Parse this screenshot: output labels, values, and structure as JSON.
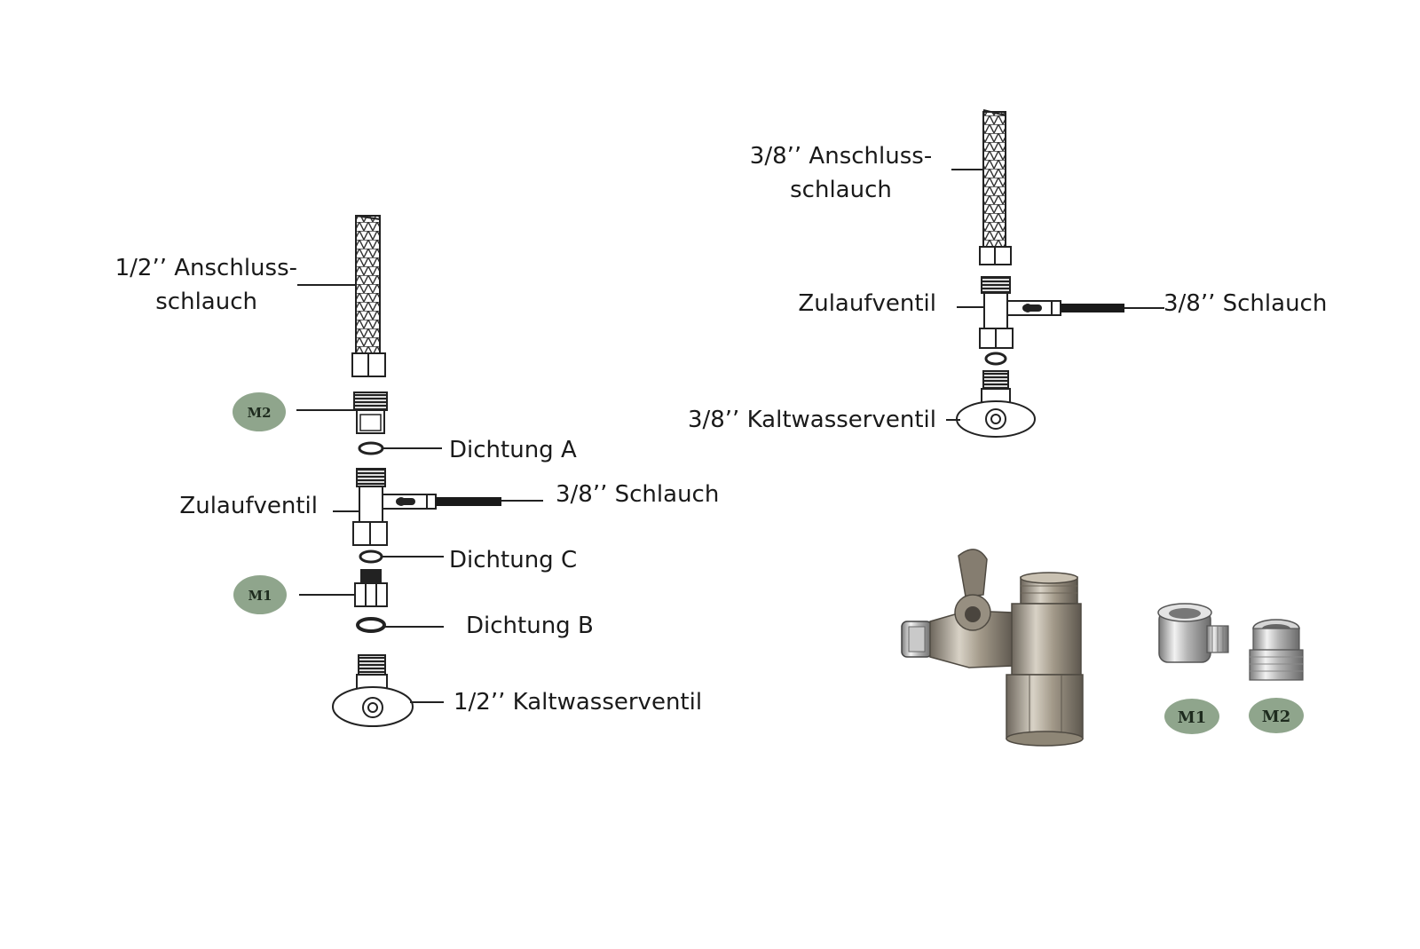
{
  "left_assembly": {
    "hose_label_line1": "1/2’’ Anschluss-",
    "hose_label_line2": "schlauch",
    "badge_m2": "M2",
    "seal_a": "Dichtung A",
    "inlet_valve": "Zulaufventil",
    "tube": "3/8’’ Schlauch",
    "seal_c": "Dichtung C",
    "badge_m1": "M1",
    "seal_b": "Dichtung B",
    "cold_valve": "1/2’’ Kaltwasserventil"
  },
  "right_assembly": {
    "hose_label_line1": "3/8’’ Anschluss-",
    "hose_label_line2": "schlauch",
    "inlet_valve": "Zulaufventil",
    "tube": "3/8’’ Schlauch",
    "cold_valve": "3/8’’ Kaltwasserventil"
  },
  "product_photo": {
    "badge_m1": "M1",
    "badge_m2": "M2"
  },
  "colors": {
    "badge_fill": "#8fa58c",
    "line": "#222222",
    "metal": "#a89e8e"
  }
}
